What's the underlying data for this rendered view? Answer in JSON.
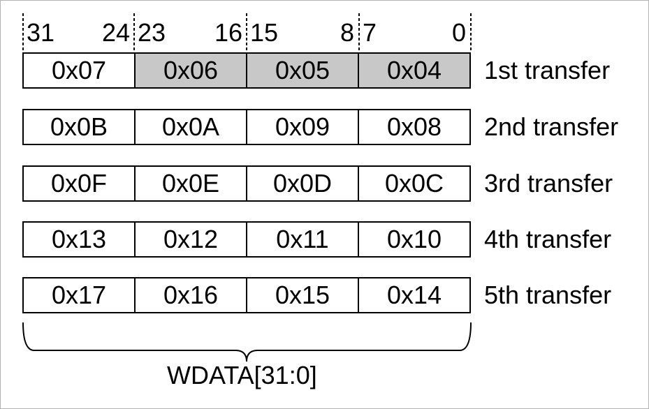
{
  "bit_labels": [
    "31",
    "24",
    "23",
    "16",
    "15",
    "8",
    "7",
    "0"
  ],
  "transfers": [
    {
      "label": "1st transfer",
      "bytes": [
        {
          "value": "0x07",
          "shaded": false
        },
        {
          "value": "0x06",
          "shaded": true
        },
        {
          "value": "0x05",
          "shaded": true
        },
        {
          "value": "0x04",
          "shaded": true
        }
      ]
    },
    {
      "label": "2nd transfer",
      "bytes": [
        {
          "value": "0x0B",
          "shaded": false
        },
        {
          "value": "0x0A",
          "shaded": false
        },
        {
          "value": "0x09",
          "shaded": false
        },
        {
          "value": "0x08",
          "shaded": false
        }
      ]
    },
    {
      "label": "3rd transfer",
      "bytes": [
        {
          "value": "0x0F",
          "shaded": false
        },
        {
          "value": "0x0E",
          "shaded": false
        },
        {
          "value": "0x0D",
          "shaded": false
        },
        {
          "value": "0x0C",
          "shaded": false
        }
      ]
    },
    {
      "label": "4th transfer",
      "bytes": [
        {
          "value": "0x13",
          "shaded": false
        },
        {
          "value": "0x12",
          "shaded": false
        },
        {
          "value": "0x11",
          "shaded": false
        },
        {
          "value": "0x10",
          "shaded": false
        }
      ]
    },
    {
      "label": "5th transfer",
      "bytes": [
        {
          "value": "0x17",
          "shaded": false
        },
        {
          "value": "0x16",
          "shaded": false
        },
        {
          "value": "0x15",
          "shaded": false
        },
        {
          "value": "0x14",
          "shaded": false
        }
      ]
    }
  ],
  "bus_label": "WDATA[31:0]",
  "colors": {
    "shaded_cell": "#c8c8c8",
    "line": "#000000",
    "background": "#ffffff",
    "frame": "#b3b3b3"
  }
}
